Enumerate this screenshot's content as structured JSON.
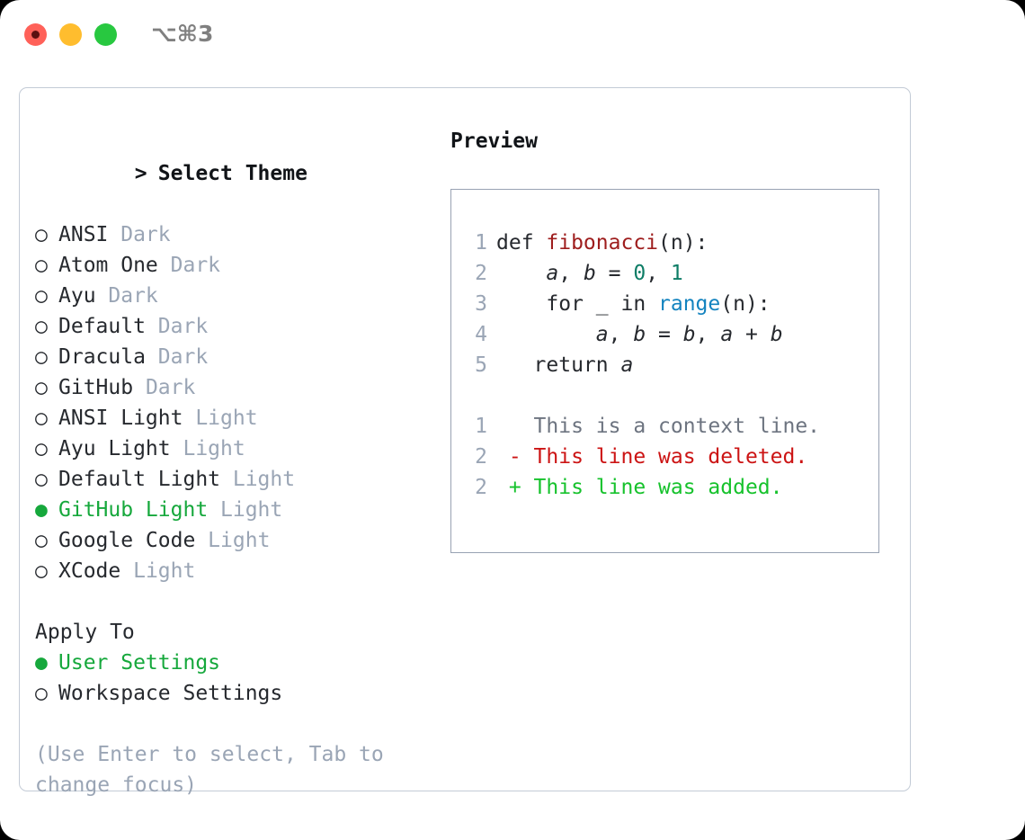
{
  "titlebar": {
    "shortcut": "⌥⌘3",
    "lights": [
      "close-light",
      "minimize-light",
      "maximize-light"
    ]
  },
  "theme_list": {
    "header_marker": ">",
    "header_label": "Select Theme",
    "items": [
      {
        "marker": "○",
        "label": "ANSI",
        "suffix": "Dark",
        "selected": false
      },
      {
        "marker": "○",
        "label": "Atom One",
        "suffix": "Dark",
        "selected": false
      },
      {
        "marker": "○",
        "label": "Ayu",
        "suffix": "Dark",
        "selected": false
      },
      {
        "marker": "○",
        "label": "Default",
        "suffix": "Dark",
        "selected": false
      },
      {
        "marker": "○",
        "label": "Dracula",
        "suffix": "Dark",
        "selected": false
      },
      {
        "marker": "○",
        "label": "GitHub",
        "suffix": "Dark",
        "selected": false
      },
      {
        "marker": "○",
        "label": "ANSI Light",
        "suffix": "Light",
        "selected": false
      },
      {
        "marker": "○",
        "label": "Ayu Light",
        "suffix": "Light",
        "selected": false
      },
      {
        "marker": "○",
        "label": "Default Light",
        "suffix": "Light",
        "selected": false
      },
      {
        "marker": "●",
        "label": "GitHub Light",
        "suffix": "Light",
        "selected": true
      },
      {
        "marker": "○",
        "label": "Google Code",
        "suffix": "Light",
        "selected": false
      },
      {
        "marker": "○",
        "label": "XCode",
        "suffix": "Light",
        "selected": false
      }
    ]
  },
  "apply_to": {
    "title": "Apply To",
    "items": [
      {
        "marker": "●",
        "label": "User Settings",
        "selected": true
      },
      {
        "marker": "○",
        "label": "Workspace Settings",
        "selected": false
      }
    ]
  },
  "hint": "(Use Enter to select, Tab to change focus)",
  "preview": {
    "title": "Preview",
    "code_lines": [
      {
        "n": "1",
        "segments": [
          {
            "t": "def ",
            "c": "plain"
          },
          {
            "t": "fibonacci",
            "c": "fn"
          },
          {
            "t": "(n):",
            "c": "plain"
          }
        ]
      },
      {
        "n": "2",
        "segments": [
          {
            "t": "    ",
            "c": "plain"
          },
          {
            "t": "a",
            "c": "var"
          },
          {
            "t": ", ",
            "c": "plain"
          },
          {
            "t": "b",
            "c": "var"
          },
          {
            "t": " = ",
            "c": "plain"
          },
          {
            "t": "0",
            "c": "num"
          },
          {
            "t": ", ",
            "c": "plain"
          },
          {
            "t": "1",
            "c": "num"
          }
        ]
      },
      {
        "n": "3",
        "segments": [
          {
            "t": "    for _ in ",
            "c": "plain"
          },
          {
            "t": "range",
            "c": "call"
          },
          {
            "t": "(n):",
            "c": "plain"
          }
        ]
      },
      {
        "n": "4",
        "segments": [
          {
            "t": "        ",
            "c": "plain"
          },
          {
            "t": "a",
            "c": "var"
          },
          {
            "t": ", ",
            "c": "plain"
          },
          {
            "t": "b",
            "c": "var"
          },
          {
            "t": " = ",
            "c": "plain"
          },
          {
            "t": "b",
            "c": "var"
          },
          {
            "t": ", ",
            "c": "plain"
          },
          {
            "t": "a",
            "c": "var"
          },
          {
            "t": " + ",
            "c": "plain"
          },
          {
            "t": "b",
            "c": "var"
          }
        ]
      },
      {
        "n": "5",
        "segments": [
          {
            "t": "   return ",
            "c": "plain"
          },
          {
            "t": "a",
            "c": "var"
          }
        ]
      }
    ],
    "diff_lines": [
      {
        "n": "1",
        "sign": "  ",
        "text": "This is a context line.",
        "kind": "ctx"
      },
      {
        "n": "2",
        "sign": "- ",
        "text": "This line was deleted.",
        "kind": "del"
      },
      {
        "n": "2",
        "sign": "+ ",
        "text": "This line was added.",
        "kind": "add"
      }
    ]
  },
  "colors": {
    "selected_green": "#16a83c",
    "muted": "#9aa5b5",
    "diff_add": "#16c22c",
    "diff_del": "#cc1414",
    "fn_red": "#9e1d1d",
    "num_teal": "#0e7d66",
    "call_blue": "#1383bf",
    "panel_border": "#c3cbd6",
    "preview_border": "#98a2b3"
  }
}
